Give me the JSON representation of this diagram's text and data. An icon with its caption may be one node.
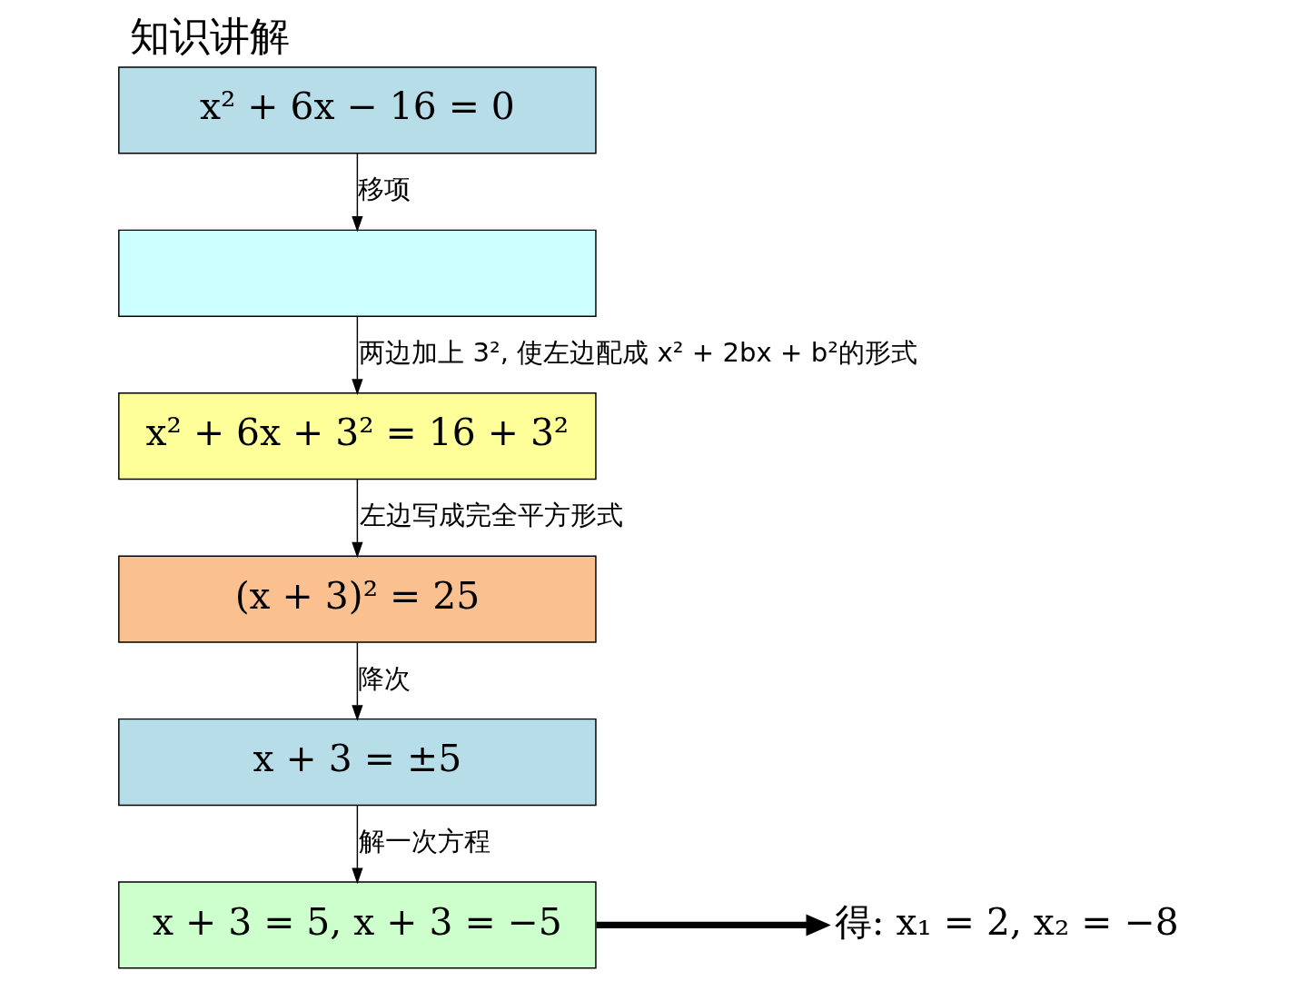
{
  "diagram": {
    "title": "知识讲解",
    "nodes": [
      {
        "text": [
          "x² + 6x − 16 = 0"
        ]
      },
      {
        "text": [],
        "shape": "box"
      },
      {
        "text": [
          "x² + 6x + 3² = 16 + 3²"
        ]
      },
      {
        "text": [
          "(x + 3)² = 25"
        ]
      },
      {
        "text": [
          "x + 3 = ±5"
        ]
      },
      {
        "text": [
          "x + 3 = 5, x + 3 = −5"
        ]
      },
      {
        "text": [
          "得: x₁ = 2, x₂ = −8"
        ]
      }
    ],
    "edges": [
      {
        "from": 0,
        "to": 1,
        "arrow": "to",
        "label": "移项"
      },
      {
        "from": 1,
        "to": 2,
        "arrow": "to",
        "label": "两边加上 3², 使左边配成 x² + 2bx + b²的形式"
      },
      {
        "from": 2,
        "to": 3,
        "arrow": "to",
        "label": "左边写成完全平方形式"
      },
      {
        "from": 3,
        "to": 4,
        "arrow": "to",
        "label": "降次"
      },
      {
        "from": 4,
        "to": 5,
        "arrow": "to",
        "label": "解一次方程"
      },
      {
        "from": 5,
        "to": 6,
        "arrow": "to",
        "style": "thick"
      }
    ]
  }
}
